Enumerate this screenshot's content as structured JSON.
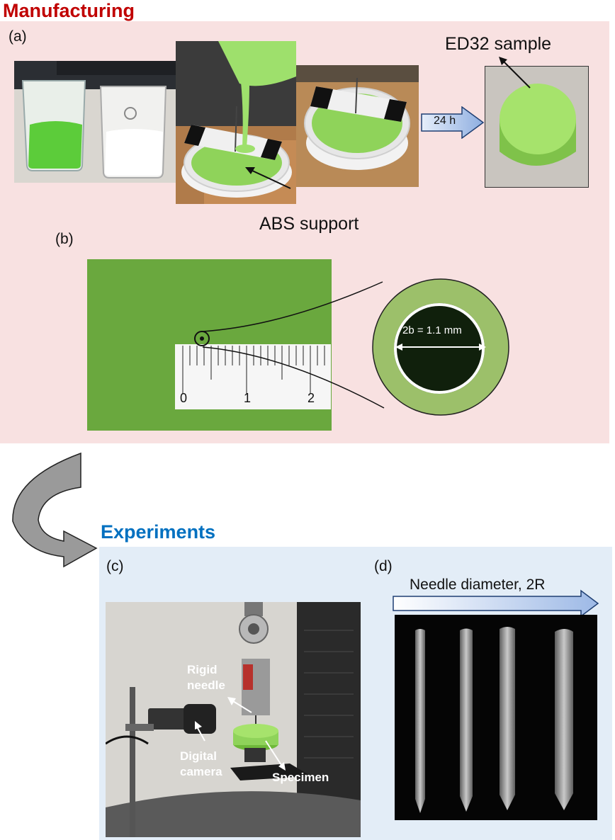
{
  "manufacturing": {
    "title": "Manufacturing",
    "title_color": "#c00000",
    "bg_color": "#f8e1e1",
    "panel_a": {
      "label": "(a)",
      "arrow_label": "24 h",
      "sample_label": "ED32 sample",
      "support_label": "ABS support"
    },
    "panel_b": {
      "label": "(b)",
      "ruler_ticks": [
        "0",
        "1",
        "2"
      ],
      "hole_label": "2b = 1.1 mm"
    }
  },
  "experiments": {
    "title": "Experiments",
    "title_color": "#0070c0",
    "bg_color": "#e3edf7",
    "panel_c": {
      "label": "(c)",
      "needle_label_line1": "Rigid",
      "needle_label_line2": "needle",
      "camera_label_line1": "Digital",
      "camera_label_line2": "camera",
      "specimen_label": "Specimen"
    },
    "panel_d": {
      "label": "(d)",
      "arrow_label": "Needle diameter, 2R"
    }
  },
  "colors": {
    "silicone_green": "#8fd35a",
    "arrow_blue": "#a9c4e8"
  }
}
